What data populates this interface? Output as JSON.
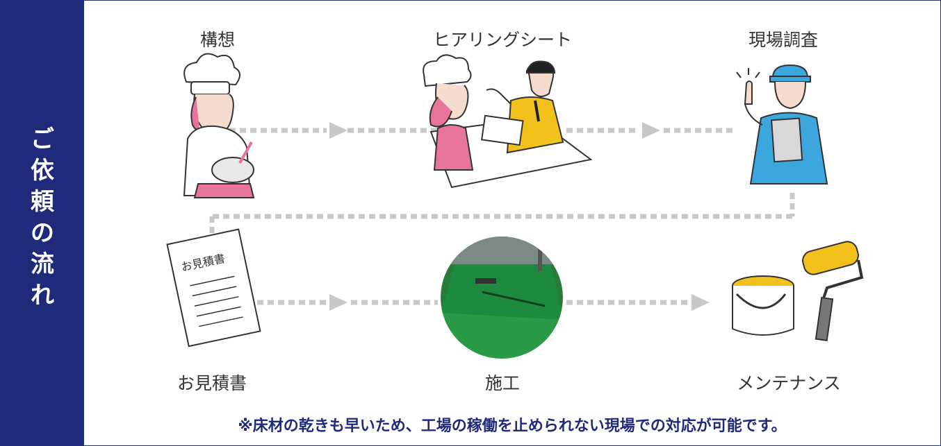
{
  "sidebar": {
    "title_chars": [
      "ご",
      "依",
      "頼",
      "の",
      "流",
      "れ"
    ]
  },
  "steps": [
    {
      "label": "構想"
    },
    {
      "label": "ヒアリングシート"
    },
    {
      "label": "現場調査"
    },
    {
      "label": "お見積書",
      "doc_heading": "お見積書"
    },
    {
      "label": "施工"
    },
    {
      "label": "メンテナンス"
    }
  ],
  "note": "※床材の乾きも早いため、工場の稼働を止められない現場での対応が可能です。",
  "colors": {
    "navy": "#1f2a7a",
    "dots": "#c8c8c8",
    "pink": "#e9749a",
    "yellow": "#f2c11b",
    "blue": "#3ba7dc",
    "green": "#1e8a3e"
  }
}
